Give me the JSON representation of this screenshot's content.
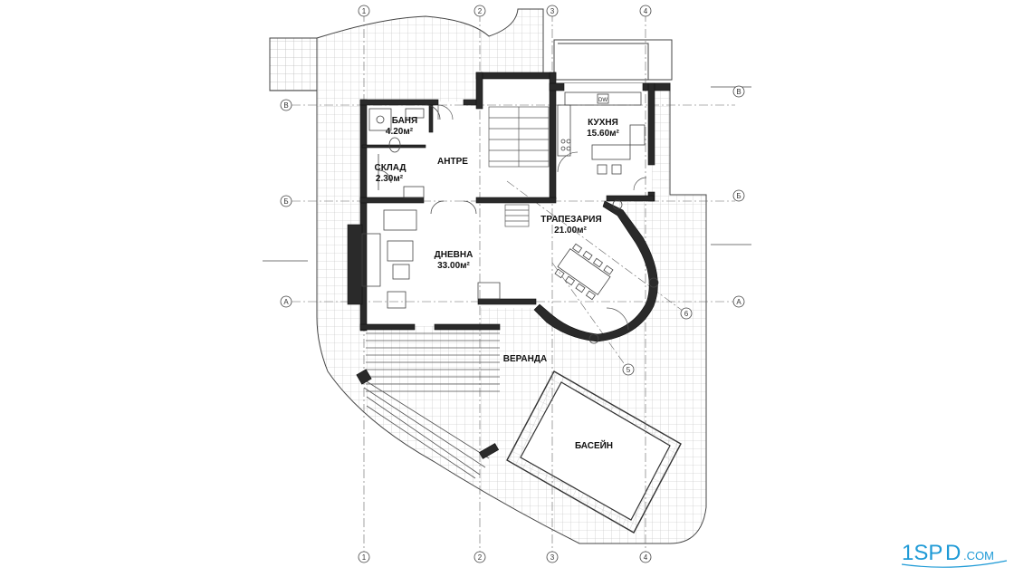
{
  "rooms": {
    "banya": {
      "name": "БАНЯ",
      "area": "4.20м²"
    },
    "sklad": {
      "name": "СКЛАД",
      "area": "2.30м²"
    },
    "antre": {
      "name": "АНТРЕ"
    },
    "kuhnya": {
      "name": "КУХНЯ",
      "area": "15.60м²"
    },
    "trapezaria": {
      "name": "ТРАПЕЗАРИЯ",
      "area": "21.00м²"
    },
    "dnevna": {
      "name": "ДНЕВНА",
      "area": "33.00м²"
    },
    "veranda": {
      "name": "ВЕРАНДА"
    },
    "basein": {
      "name": "БАСЕЙН"
    }
  },
  "appliance_label": "DW",
  "axes": {
    "cols": [
      "1",
      "2",
      "3",
      "4"
    ],
    "rows": [
      "В",
      "Б",
      "А"
    ],
    "diagonal": [
      "5",
      "6"
    ]
  },
  "logo": {
    "text_a": "1SP",
    "text_b": "D",
    "text_c": ".COM"
  },
  "colors": {
    "wall": "#2a2a2a",
    "line": "#555555",
    "hatch": "#b9b9b9",
    "accent": "#1e9ad6"
  }
}
